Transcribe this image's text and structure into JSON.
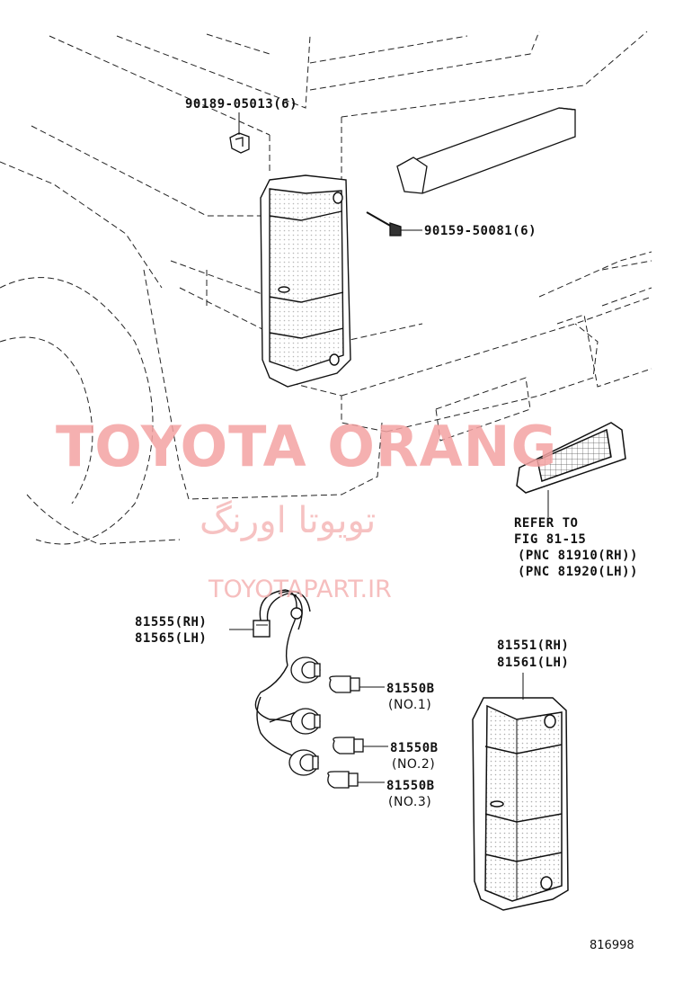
{
  "watermark": {
    "brand": "TOYOTA ORANG",
    "persian": "تویوتا اورنگ",
    "site": "TOYOTAPART.IR"
  },
  "parts": {
    "clip": "90189-05013(6)",
    "screw": "90159-50081(6)",
    "socket_rh": "81555(RH)",
    "socket_lh": "81565(LH)",
    "bulb1": "81550B",
    "bulb1_no": "(NO.1)",
    "bulb2": "81550B",
    "bulb2_no": "(NO.2)",
    "bulb3": "81550B",
    "bulb3_no": "(NO.3)",
    "lamp_rh": "81551(RH)",
    "lamp_lh": "81561(LH)"
  },
  "refer": {
    "line1": "REFER TO",
    "line2": "FIG 81-15",
    "line3": "(PNC 81910(RH))",
    "line4": "(PNC 81920(LH))"
  },
  "figure_number": "816998"
}
